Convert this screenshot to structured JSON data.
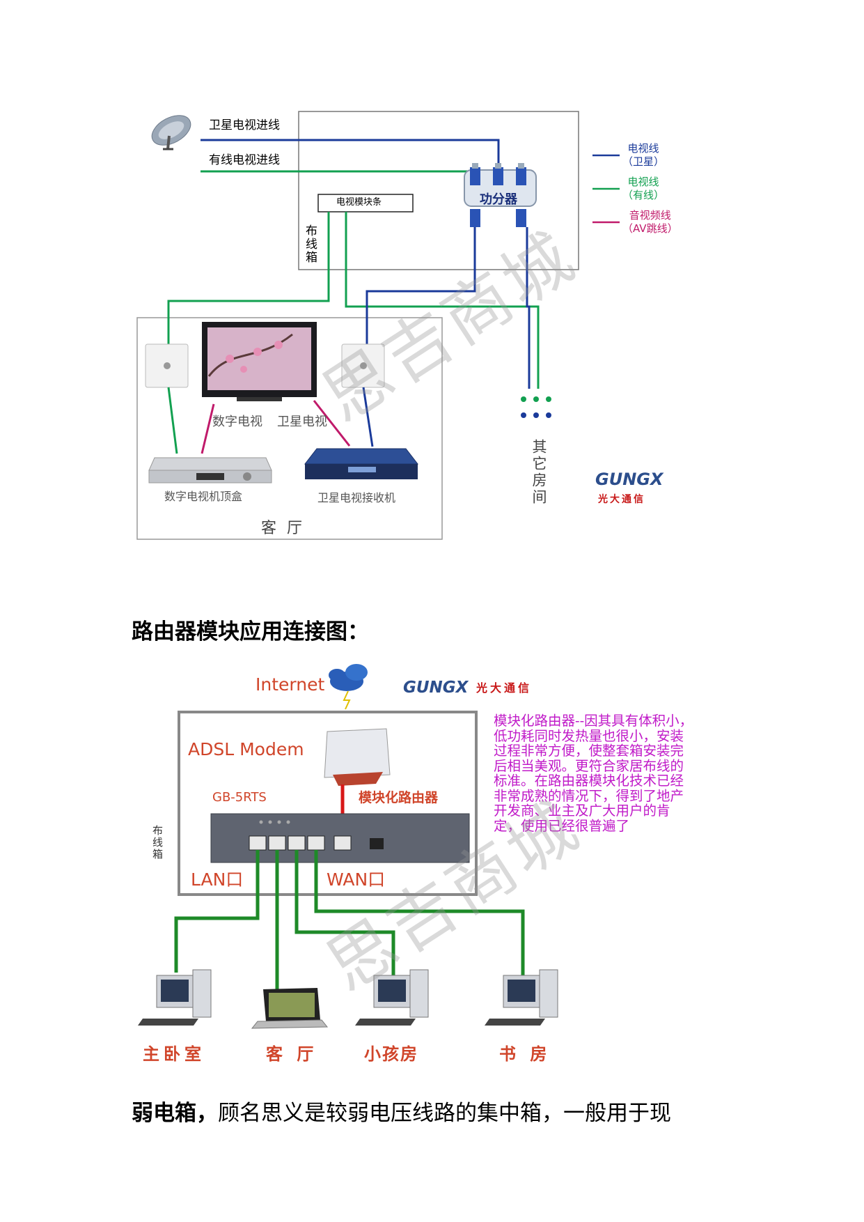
{
  "tv_diagram": {
    "sat_feed": "卫星电视进线",
    "cable_feed": "有线电视进线",
    "module_strip": "电视模块条",
    "wiring_box": "布线箱",
    "splitter": "功分器",
    "legend": {
      "sat": [
        "电视线",
        "（卫星）"
      ],
      "cable": [
        "电视线",
        "（有线）"
      ],
      "av": [
        "音视频线",
        "（AV跳线）"
      ]
    },
    "digital_tv": "数字电视",
    "sat_tv": "卫星电视",
    "stb": "数字电视机顶盒",
    "sat_receiver": "卫星电视接收机",
    "living_room": "客 厅",
    "other_rooms": "其它房间",
    "brand_logo": "GUNGX",
    "brand_cn": "光大通信",
    "colors": {
      "sat": "#1a3a9a",
      "cable": "#12a050",
      "av": "#c01a6a"
    }
  },
  "section_heading": "路由器模块应用连接图：",
  "router_diagram": {
    "internet": "Internet",
    "brand_logo": "GUNGX",
    "brand_cn": "光大通信",
    "adsl": "ADSL Modem",
    "model": "GB-5RTS",
    "module_router": "模块化路由器",
    "wiring_box": "布线箱",
    "lan": "LAN口",
    "wan": "WAN口",
    "description": "模块化路由器--因其具有体积小，低功耗同时发热量也很小，安装过程非常方便，使整套箱安装完后相当美观。更符合家居布线的标准。在路由器模块化技术已经非常成熟的情况下，得到了地产开发商、业主及广大用户的肯定，使用已经很普遍了",
    "rooms": [
      "主卧室",
      "客 厅",
      "小孩房",
      "书 房"
    ],
    "colors": {
      "lan": "#1e8a28",
      "wan": "#d81818",
      "label": "#d0452a",
      "note": "#c01ac8"
    }
  },
  "watermark": "思吉商城",
  "paragraph": {
    "bold": "弱电箱，",
    "rest": "顾名思义是较弱电压线路的集中箱，一般用于现"
  }
}
